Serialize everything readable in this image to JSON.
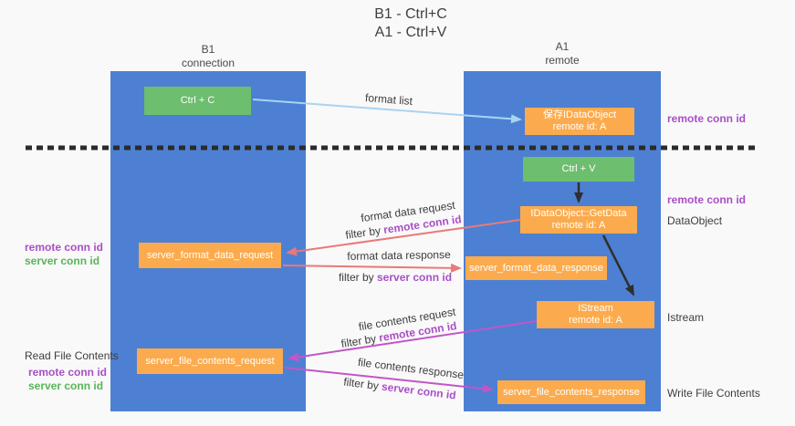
{
  "title": {
    "line1": "B1 - Ctrl+C",
    "line2": "A1 - Ctrl+V"
  },
  "columns": {
    "left": {
      "name": "B1",
      "subtitle": "connection"
    },
    "right": {
      "name": "A1",
      "subtitle": "remote"
    }
  },
  "boxes": {
    "ctrl_c": "Ctrl + C",
    "ctrl_v": "Ctrl + V",
    "save_idataobject": {
      "line1": "保存IDataObject",
      "line2": "remote id: A"
    },
    "getdata": {
      "line1": "IDataObject::GetData",
      "line2": "remote id: A"
    },
    "istream": {
      "line1": "IStream",
      "line2": "remote id: A"
    },
    "server_format_data_request": "server_format_data_request",
    "server_format_data_response": "server_format_data_response",
    "server_file_contents_request": "server_file_contents_request",
    "server_file_contents_response": "server_file_contents_response"
  },
  "side_labels": {
    "left": {
      "remote_conn_id_1": "remote conn id",
      "server_conn_id_1": "server conn id",
      "read_file_contents": "Read File Contents",
      "remote_conn_id_2": "remote conn id",
      "server_conn_id_2": "server conn id"
    },
    "right": {
      "remote_conn_id_1": "remote conn id",
      "remote_conn_id_2": "remote conn id",
      "dataobject": "DataObject",
      "istream": "Istream",
      "write_file_contents": "Write File Contents"
    }
  },
  "flow_labels": {
    "format_list": "format list",
    "format_data_request": {
      "text": "format data request",
      "filter_prefix": "filter by",
      "filter_key": "remote conn id"
    },
    "format_data_response": {
      "text": "format data response",
      "filter_prefix": "filter by",
      "filter_key": "server conn id"
    },
    "file_contents_request": {
      "text": "file contents request",
      "filter_prefix": "filter by",
      "filter_key": "remote conn id"
    },
    "file_contents_response": {
      "text": "file contents response",
      "filter_prefix": "filter by",
      "filter_key": "server conn id"
    }
  },
  "colors": {
    "column_blue": "#4d80d3",
    "box_green": "#6dbe6e",
    "box_orange": "#fbab4d",
    "arrow_salmon": "#e87a78",
    "arrow_magenta": "#c255c8",
    "arrow_lightblue": "#a9d4f0",
    "arrow_black": "#2f2f2f",
    "label_purple": "#a94fc6",
    "label_green": "#58b558"
  }
}
